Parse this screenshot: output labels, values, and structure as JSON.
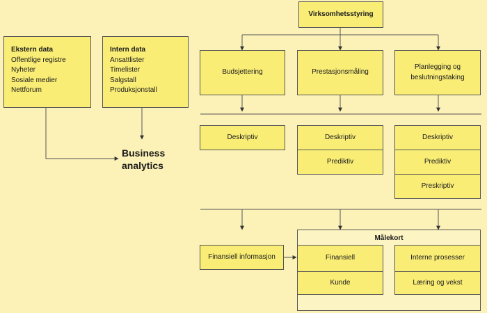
{
  "nodes": {
    "top": "Virksomhetsstyring",
    "budget": "Budsjettering",
    "performance": "Prestasjonsmåling",
    "planning": "Planlegging og beslutningstaking",
    "external": {
      "title": "Ekstern data",
      "items": [
        "Offentlige registre",
        "Nyheter",
        "Sosiale medier",
        "Nettforum"
      ]
    },
    "internal": {
      "title": "Intern data",
      "items": [
        "Ansattlister",
        "Timelister",
        "Salgstall",
        "Produksjonstall"
      ]
    },
    "business_analytics": "Business analytics",
    "col1": [
      "Deskriptiv"
    ],
    "col2": [
      "Deskriptiv",
      "Prediktiv"
    ],
    "col3": [
      "Deskriptiv",
      "Prediktiv",
      "Preskriptiv"
    ],
    "financial_info": "Finansiell informasjon",
    "scorecard": {
      "title": "Målekort",
      "cells": [
        "Finansiell",
        "Interne prosesser",
        "Kunde",
        "Læring og vekst"
      ]
    }
  },
  "colors": {
    "background": "#fcf1b6",
    "box": "#f9ed76",
    "panel": "#fcf4c3",
    "line": "#555555"
  }
}
